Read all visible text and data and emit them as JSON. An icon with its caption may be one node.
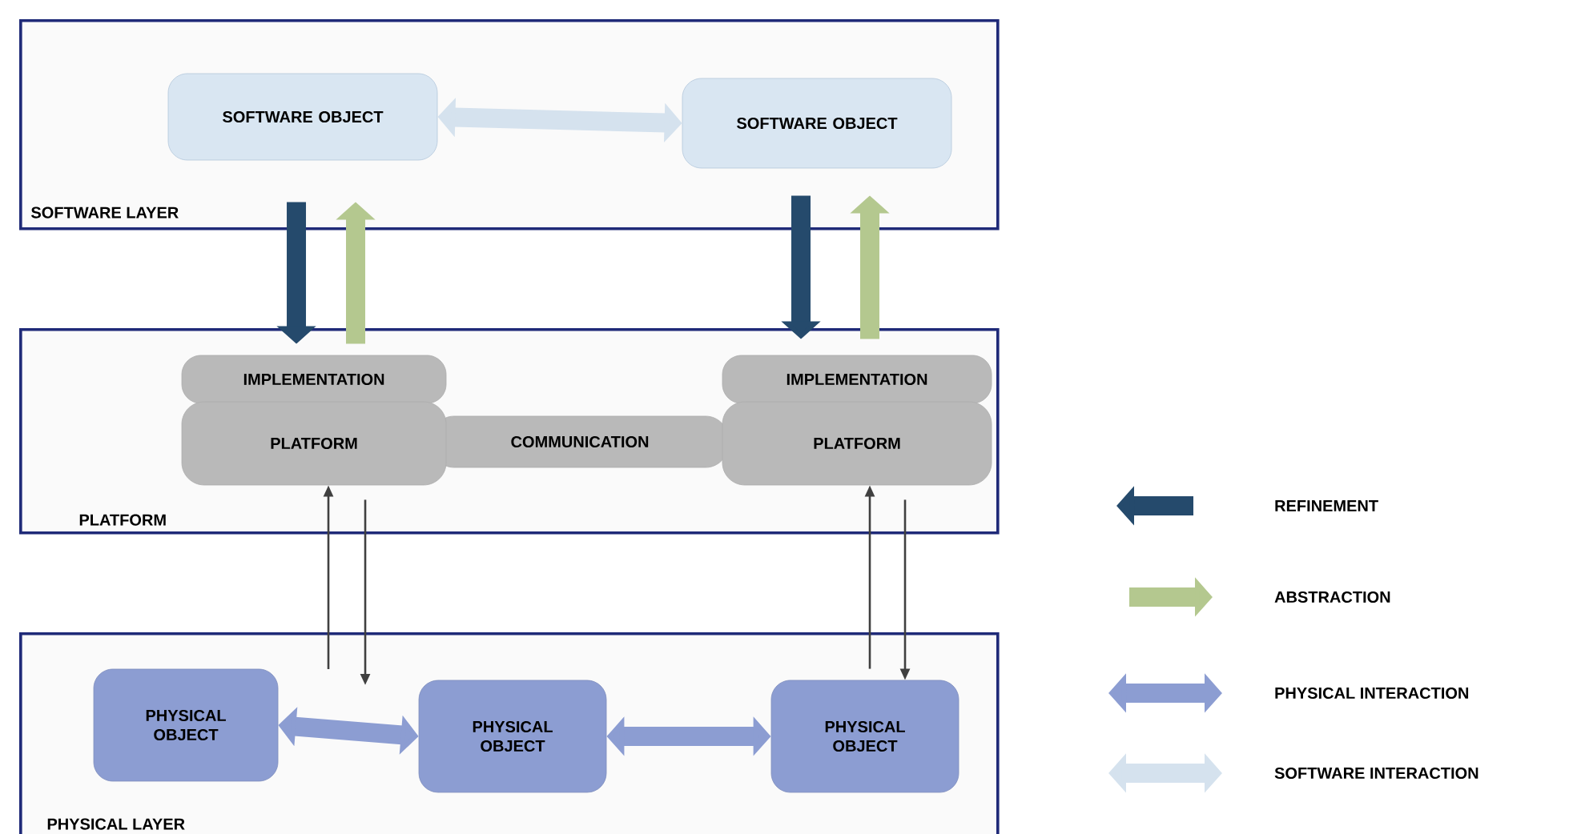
{
  "diagram": {
    "nodes": [
      {
        "text": [
          "SOFTWARE LAYER"
        ]
      },
      {
        "text": [
          "SOFTWARE OBJECT"
        ],
        "in": 0
      },
      {
        "text": [
          "SOFTWARE OBJECT"
        ],
        "in": 0
      },
      {
        "text": [
          "PLATFORM"
        ]
      },
      {
        "text": [
          "IMPLEMENTATION"
        ],
        "in": 3
      },
      {
        "text": [
          "PLATFORM"
        ],
        "in": 3
      },
      {
        "text": [
          "COMMUNICATION"
        ],
        "in": 3
      },
      {
        "text": [
          "IMPLEMENTATION"
        ],
        "in": 3
      },
      {
        "text": [
          "PLATFORM"
        ],
        "in": 3
      },
      {
        "text": [
          "PHYSICAL LAYER"
        ]
      },
      {
        "text": [
          "PHYSICAL OBJECT"
        ],
        "in": 9
      },
      {
        "text": [
          "PHYSICAL OBJECT"
        ],
        "in": 9
      },
      {
        "text": [
          "PHYSICAL OBJECT"
        ],
        "in": 9
      }
    ],
    "edges": [
      {
        "from": 1,
        "to": 2,
        "arrow": "both",
        "color": "#d5e2ee"
      },
      {
        "from": 1,
        "to": 4,
        "arrow": "to",
        "color": "#254a6c"
      },
      {
        "from": 4,
        "to": 1,
        "arrow": "to",
        "color": "#b4c88f"
      },
      {
        "from": 2,
        "to": 7,
        "arrow": "to",
        "color": "#254a6c"
      },
      {
        "from": 7,
        "to": 2,
        "arrow": "to",
        "color": "#b4c88f"
      },
      {
        "from": 9,
        "to": 5,
        "arrow": "to"
      },
      {
        "from": 5,
        "to": 9,
        "arrow": "to"
      },
      {
        "from": 12,
        "to": 8,
        "arrow": "to"
      },
      {
        "from": 8,
        "to": 12,
        "arrow": "to"
      },
      {
        "from": 10,
        "to": 11,
        "arrow": "both",
        "color": "#8c9dd2"
      },
      {
        "from": 11,
        "to": 12,
        "arrow": "both",
        "color": "#8c9dd2"
      }
    ],
    "legend": [
      {
        "text": "REFINEMENT",
        "color": "#254a6c"
      },
      {
        "text": "ABSTRACTION",
        "color": "#b4c88f"
      },
      {
        "text": "PHYSICAL INTERACTION",
        "color": "#8c9dd2"
      },
      {
        "text": "SOFTWARE INTERACTION",
        "color": "#d5e2ee"
      }
    ]
  }
}
